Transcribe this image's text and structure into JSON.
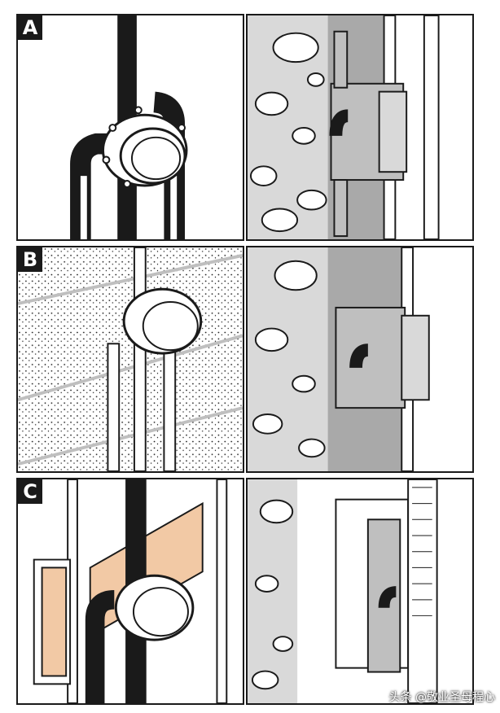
{
  "steps": [
    {
      "label": "A"
    },
    {
      "label": "B"
    },
    {
      "label": "C"
    }
  ],
  "watermark": "头条 @敬业圣母程心",
  "colors": {
    "outline": "#1a1a1a",
    "concrete": "#d9d9d9",
    "insulation": "#a9a9a9",
    "pipe": "#1a1a1a",
    "plaster_dots": "#1a1a1a",
    "wood_batten": "#f2c9a5",
    "metal": "#bfbfbf"
  }
}
